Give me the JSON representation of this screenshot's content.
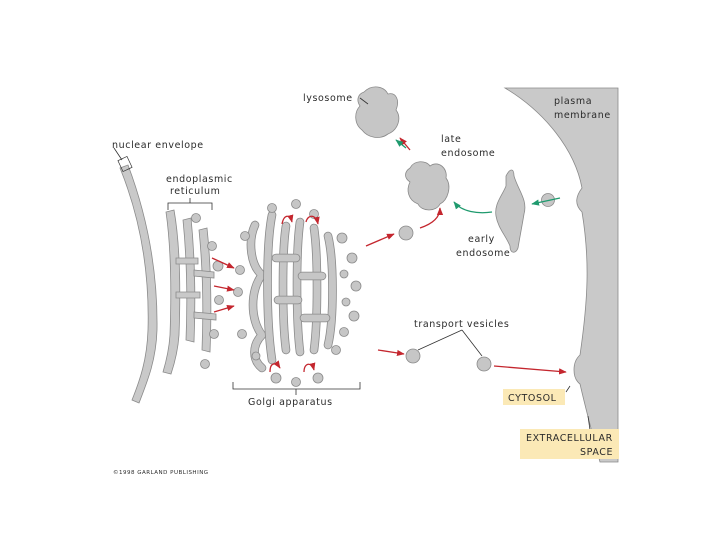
{
  "labels": {
    "lysosome": "lysosome",
    "plasma_membrane_1": "plasma",
    "plasma_membrane_2": "membrane",
    "nuclear_envelope": "nuclear envelope",
    "late_endosome_1": "late",
    "late_endosome_2": "endosome",
    "er_1": "endoplasmic",
    "er_2": "reticulum",
    "early_endosome_1": "early",
    "early_endosome_2": "endosome",
    "transport_vesicles": "transport vesicles",
    "golgi": "Golgi apparatus",
    "cytosol": "CYTOSOL",
    "extracellular_1": "EXTRACELLULAR",
    "extracellular_2": "SPACE",
    "copyright": "©1998 GARLAND PUBLISHING"
  },
  "colors": {
    "organelle_fill": "#c6c6c6",
    "outline": "#8a8a8a",
    "secretory_arrow": "#c4262e",
    "endocytic_arrow": "#1f9a6e",
    "label_box": "#fbe9b6"
  }
}
